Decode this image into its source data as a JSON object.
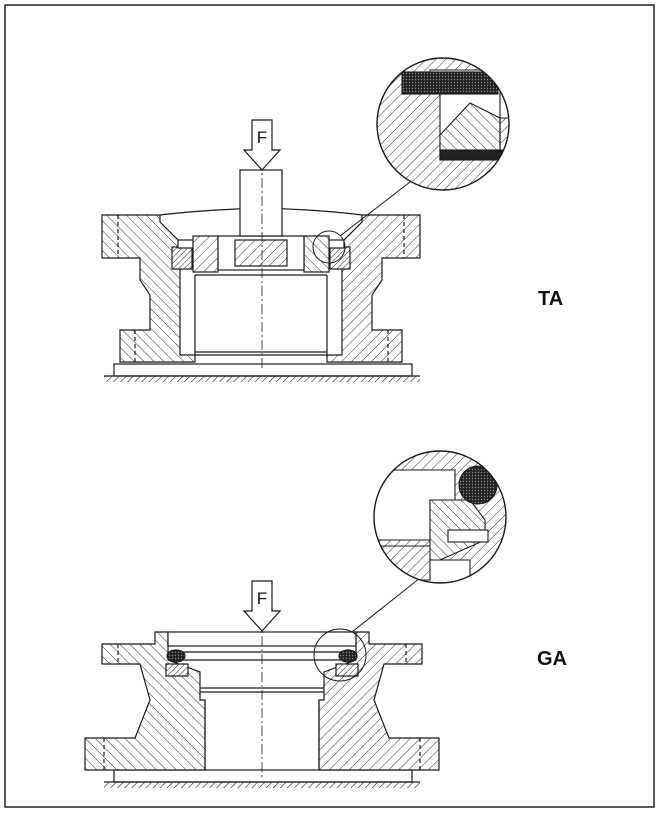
{
  "figure": {
    "top_assembly": {
      "label": "TA",
      "force_label": "F"
    },
    "bottom_assembly": {
      "label": "GA",
      "force_label": "F"
    },
    "colors": {
      "line": "#1a1a1a",
      "frame": "#222222",
      "hatch": "#333333",
      "seal_dark": "#2a2a2a",
      "background": "#ffffff"
    }
  }
}
